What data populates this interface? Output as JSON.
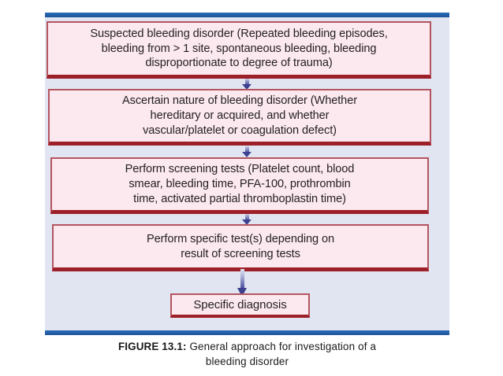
{
  "figure": {
    "background_color": "#e1e5f1",
    "rule_color": "#1f5fa9",
    "box_fill": "#fbe9ef",
    "box_border": "#b3555f",
    "box_shadow_border": "#9d1f28",
    "arrow_color": "#3d4191",
    "text_color": "#231f20"
  },
  "flow": {
    "steps": [
      {
        "id": "suspected-bleeding-disorder",
        "text": "Suspected bleeding disorder (Repeated bleeding episodes,\nbleeding from > 1 site, spontaneous bleeding, bleeding\ndisproportionate to degree of trauma)"
      },
      {
        "id": "ascertain-nature",
        "text": "Ascertain nature of bleeding disorder (Whether\nhereditary or acquired, and whether\nvascular/platelet or coagulation defect)"
      },
      {
        "id": "screening-tests",
        "text": "Perform screening tests (Platelet count, blood\nsmear, bleeding time, PFA-100, prothrombin\ntime, activated partial thromboplastin time)"
      },
      {
        "id": "specific-tests",
        "text": "Perform specific test(s) depending on\nresult of screening tests"
      },
      {
        "id": "specific-diagnosis",
        "text": "Specific diagnosis"
      }
    ],
    "connectors": [
      {
        "id": "connector-1",
        "from": "suspected-bleeding-disorder",
        "to": "ascertain-nature",
        "type": "down-arrow"
      },
      {
        "id": "connector-2",
        "from": "ascertain-nature",
        "to": "screening-tests",
        "type": "down-arrow"
      },
      {
        "id": "connector-3",
        "from": "screening-tests",
        "to": "specific-tests",
        "type": "down-arrow"
      },
      {
        "id": "connector-4",
        "from": "specific-tests",
        "to": "specific-diagnosis",
        "type": "down-arrow"
      }
    ]
  },
  "caption": {
    "label": "FIGURE 13.1:",
    "line1": " General approach for investigation of a",
    "line2": "bleeding  disorder"
  }
}
